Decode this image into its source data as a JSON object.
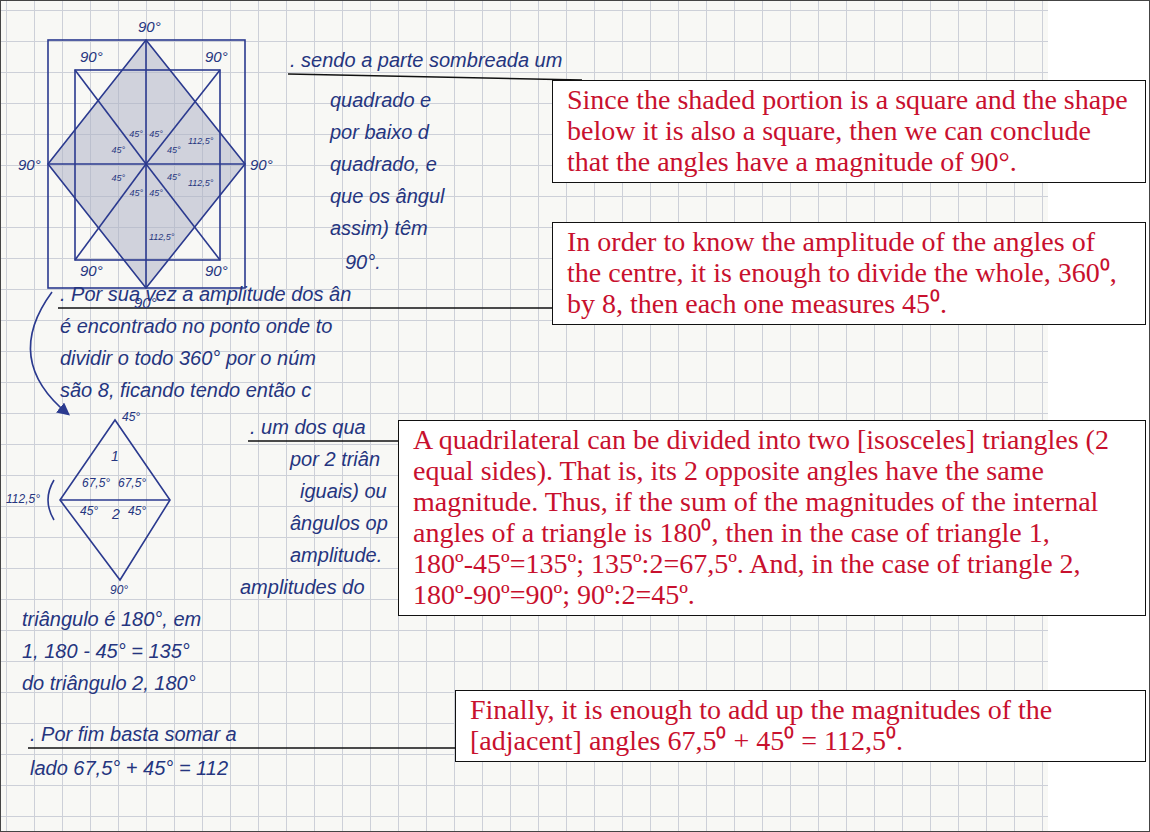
{
  "diagram": {
    "nodes": [
      {
        "text": [
          "Since the shaded portion is a square and the shape below it is also a square, then we can conclude that the angles have a magnitude of 90°."
        ]
      },
      {
        "text": [
          "In order to know the amplitude of the angles of the centre, it is enough to divide the whole, 360⁰, by 8, then each one measures 45⁰."
        ]
      },
      {
        "text": [
          "A quadrilateral can be divided into two [isosceles] triangles (2 equal sides). That is, its 2 opposite angles have the same magnitude. Thus, if the sum of the magnitudes of the internal angles of a triangle is 180⁰, then in the case of triangle 1, 180º-45º=135º; 135º:2=67,5º. And, in the case of triangle 2, 180º-90º=90º; 90º:2=45º."
        ]
      },
      {
        "text": [
          "Finally, it is enough to add up the magnitudes of the [adjacent] angles 67,5⁰ + 45⁰ = 112,5⁰."
        ]
      }
    ],
    "labels": [
      "90°",
      "90°",
      "90°",
      "90°",
      "90°",
      "90°",
      "90°",
      "90°",
      "45°",
      "45°",
      "45°",
      "45°",
      "45°",
      "45°",
      "45°",
      "45°",
      "112,5°",
      "112,5°",
      "112,5°",
      ". sendo a parte sombreada um",
      "quadrado e",
      "por baixo d",
      "quadrado, e",
      "que os ângul",
      "assim) têm",
      "90°.",
      ". Por sua vez a amplitude dos ân",
      "é encontrado no ponto onde to",
      "dividir o todo 360° por o núm",
      "são 8, ficando tendo então c",
      "45°",
      "67,5°",
      "67,5°",
      "112,5°",
      "1",
      "2",
      "45°",
      "45°",
      "90°",
      ". um dos qua",
      "por 2 triân",
      "iguais) ou",
      "ângulos op",
      "amplitude.",
      "amplitudes do",
      "triângulo é 180°, em",
      "1, 180 - 45° = 135°",
      "do triângulo 2, 180°",
      ". Por fim basta somar a",
      "lado 67,5° + 45° = 112"
    ]
  }
}
